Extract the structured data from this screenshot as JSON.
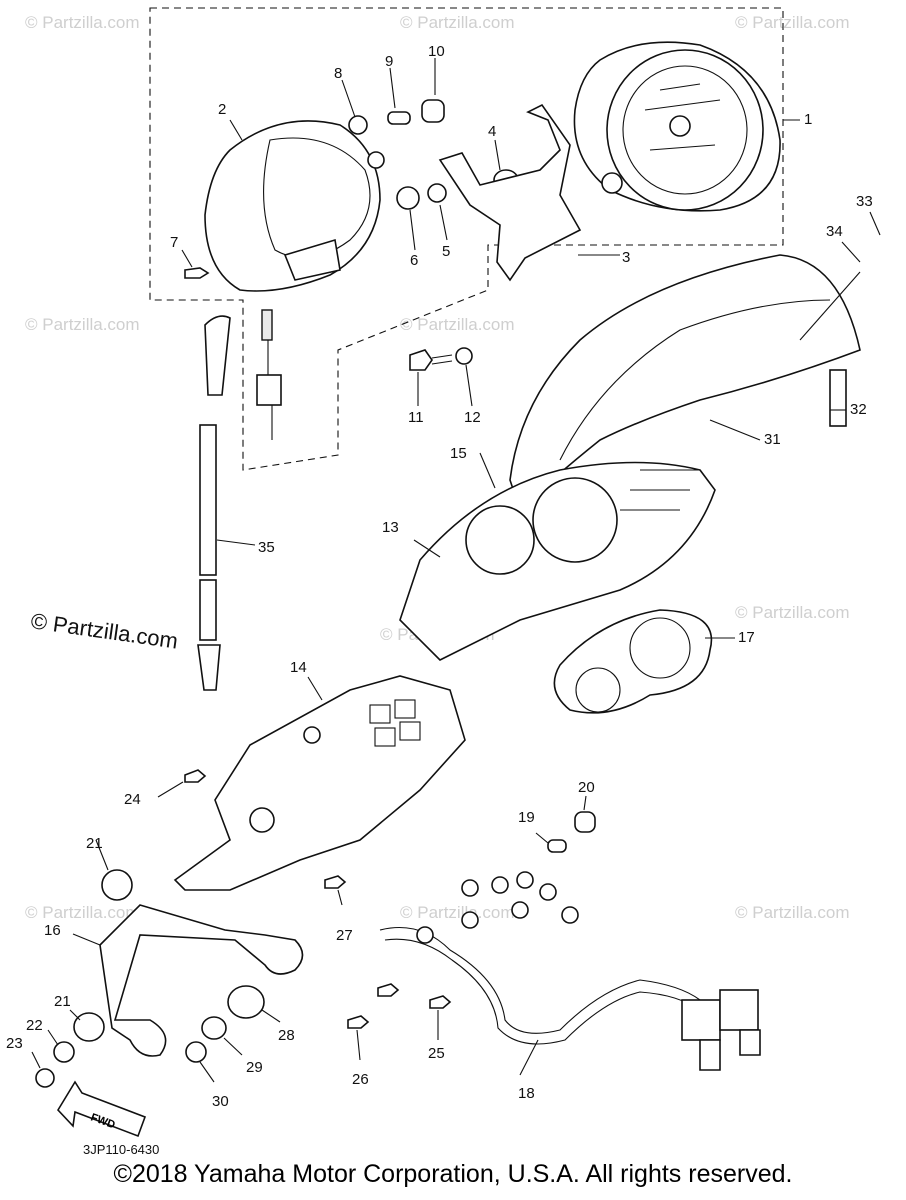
{
  "watermarks": {
    "small": "© Partzilla.com",
    "large": "© Partzilla.com"
  },
  "diagram": {
    "code": "3JP110-6430",
    "fwd_label": "FWD",
    "copyright": "©2018 Yamaha Motor Corporation, U.S.A. All rights reserved."
  },
  "callouts": {
    "c1": "1",
    "c2": "2",
    "c3": "3",
    "c4": "4",
    "c5": "5",
    "c6": "6",
    "c7": "7",
    "c8": "8",
    "c9": "9",
    "c10": "10",
    "c11": "11",
    "c12": "12",
    "c13": "13",
    "c14": "14",
    "c15": "15",
    "c16": "16",
    "c17": "17",
    "c18": "18",
    "c19": "19",
    "c20": "20",
    "c21a": "21",
    "c21b": "21",
    "c22": "22",
    "c23": "23",
    "c24": "24",
    "c25": "25",
    "c26": "26",
    "c27": "27",
    "c28": "28",
    "c29": "29",
    "c30": "30",
    "c31": "31",
    "c32": "32",
    "c33": "33",
    "c34": "34",
    "c35": "35"
  }
}
